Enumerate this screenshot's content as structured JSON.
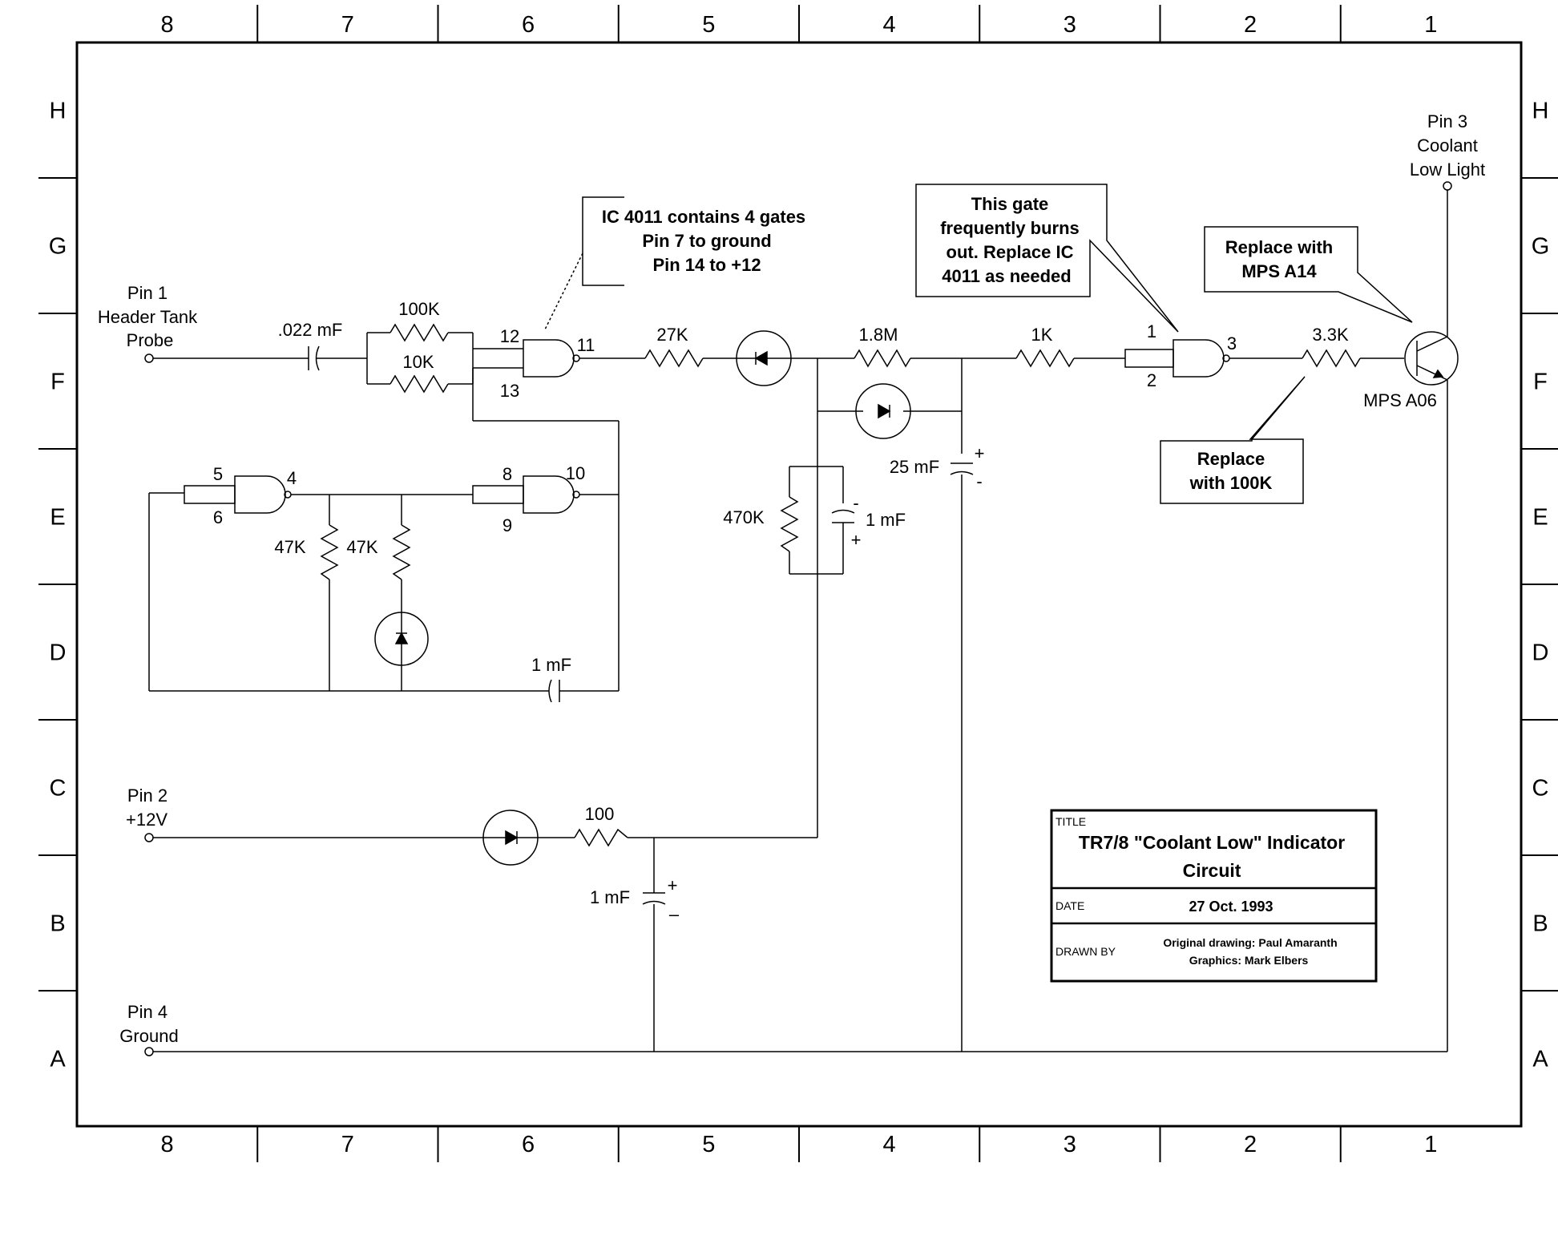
{
  "border": {
    "columns": [
      "8",
      "7",
      "6",
      "5",
      "4",
      "3",
      "2",
      "1"
    ],
    "rows": [
      "H",
      "G",
      "F",
      "E",
      "D",
      "C",
      "B",
      "A"
    ]
  },
  "pins": {
    "pin1": [
      "Pin 1",
      "Header Tank",
      "Probe"
    ],
    "pin2": [
      "Pin 2",
      "+12V"
    ],
    "pin3": [
      "Pin 3",
      "Coolant",
      "Low Light"
    ],
    "pin4": [
      "Pin 4",
      "Ground"
    ]
  },
  "components": {
    "c_022": ".022 mF",
    "r_100k": "100K",
    "r_10k": "10K",
    "r_27k": "27K",
    "r_1_8m": "1.8M",
    "r_1k": "1K",
    "r_3_3k": "3.3K",
    "r_47k_a": "47K",
    "r_47k_b": "47K",
    "r_470k": "470K",
    "c_25": "25 mF",
    "c_1_mid": "1 mF",
    "c_1_osc": "1 mF",
    "r_100": "100",
    "c_1_supply": "1 mF",
    "transistor": "MPS A06"
  },
  "pin_numbers": {
    "g12": "12",
    "g13": "13",
    "g11": "11",
    "g5": "5",
    "g6": "6",
    "g4": "4",
    "g8": "8",
    "g9": "9",
    "g10": "10",
    "g1": "1",
    "g2": "2",
    "g3": "3"
  },
  "polarity": {
    "c25_plus": "+",
    "c25_minus": "-",
    "c1mid_minus": "-",
    "c1mid_plus": "+",
    "csup_plus": "+",
    "csup_minus": "–"
  },
  "notes": {
    "ic": [
      "IC 4011 contains 4 gates",
      "Pin 7 to ground",
      "Pin 14 to +12"
    ],
    "gate": [
      "This gate",
      "frequently burns",
      "out.  Replace IC",
      "4011 as  needed"
    ],
    "transistor": [
      "Replace  with",
      "MPS A14"
    ],
    "resistor": [
      "Replace",
      "with 100K"
    ]
  },
  "title_block": {
    "title_label": "TITLE",
    "title": [
      "TR7/8 \"Coolant Low\" Indicator",
      "Circuit"
    ],
    "date_label": "DATE",
    "date": "27 Oct. 1993",
    "drawn_label": "DRAWN BY",
    "drawn": [
      "Original drawing: Paul Amaranth",
      "Graphics: Mark Elbers"
    ]
  },
  "icons": {
    "resistor": "zigzag-resistor-icon",
    "capacitor": "capacitor-icon",
    "diode": "diode-icon",
    "zener": "zener-diode-icon",
    "nand": "nand-gate-icon",
    "npn": "npn-transistor-icon"
  }
}
